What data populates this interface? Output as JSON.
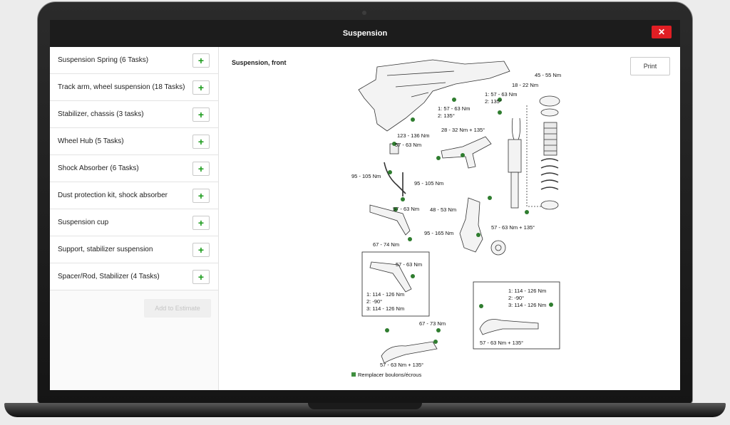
{
  "window": {
    "title": "Suspension",
    "close_label": "✕"
  },
  "tasks": [
    {
      "label": "Suspension Spring (6 Tasks)"
    },
    {
      "label": "Track arm, wheel suspension (18 Tasks)"
    },
    {
      "label": "Stabilizer, chassis (3 tasks)"
    },
    {
      "label": "Wheel Hub (5 Tasks)"
    },
    {
      "label": "Shock Absorber (6 Tasks)"
    },
    {
      "label": "Dust protection kit, shock absorber"
    },
    {
      "label": "Suspension cup"
    },
    {
      "label": "Support, stabilizer suspension"
    },
    {
      "label": "Spacer/Rod, Stabilizer (4 Tasks)"
    }
  ],
  "add_label": "+",
  "estimate_label": "Add to Estimate",
  "diagram": {
    "title": "Suspension, front",
    "print_label": "Print",
    "torque_labels": {
      "t1": "45 - 55 Nm",
      "t2": "18 - 22 Nm",
      "t3a": "1: 57 - 63 Nm",
      "t3b": "2: 135°",
      "t4a": "1: 57 - 63 Nm",
      "t4b": "2: 135°",
      "t5": "123 - 136 Nm",
      "t6": "28 - 32 Nm + 135°",
      "t7": "57 - 63 Nm",
      "t8": "95 - 105 Nm",
      "t9": "95 - 105 Nm",
      "t10": "48 - 53 Nm",
      "t11": "57 - 63 Nm",
      "t12": "57 - 63 Nm + 135°",
      "t13": "95 - 165 Nm",
      "t14": "67 - 74 Nm",
      "t15": "57 - 63 Nm",
      "t16a": "1: 114 - 126 Nm",
      "t16b": "2: -90°",
      "t16c": "3: 114 - 126 Nm",
      "t17a": "1: 114 - 126 Nm",
      "t17b": "2: -90°",
      "t17c": "3: 114 - 126 Nm",
      "t18": "67 - 73 Nm",
      "t19": "57 - 63 Nm + 135°",
      "t20": "57 - 63 Nm + 135°"
    },
    "legend": "Remplacer boulons/écrous",
    "colors": {
      "accent_green": "#3f8f3f",
      "close_red": "#e01e24"
    }
  }
}
